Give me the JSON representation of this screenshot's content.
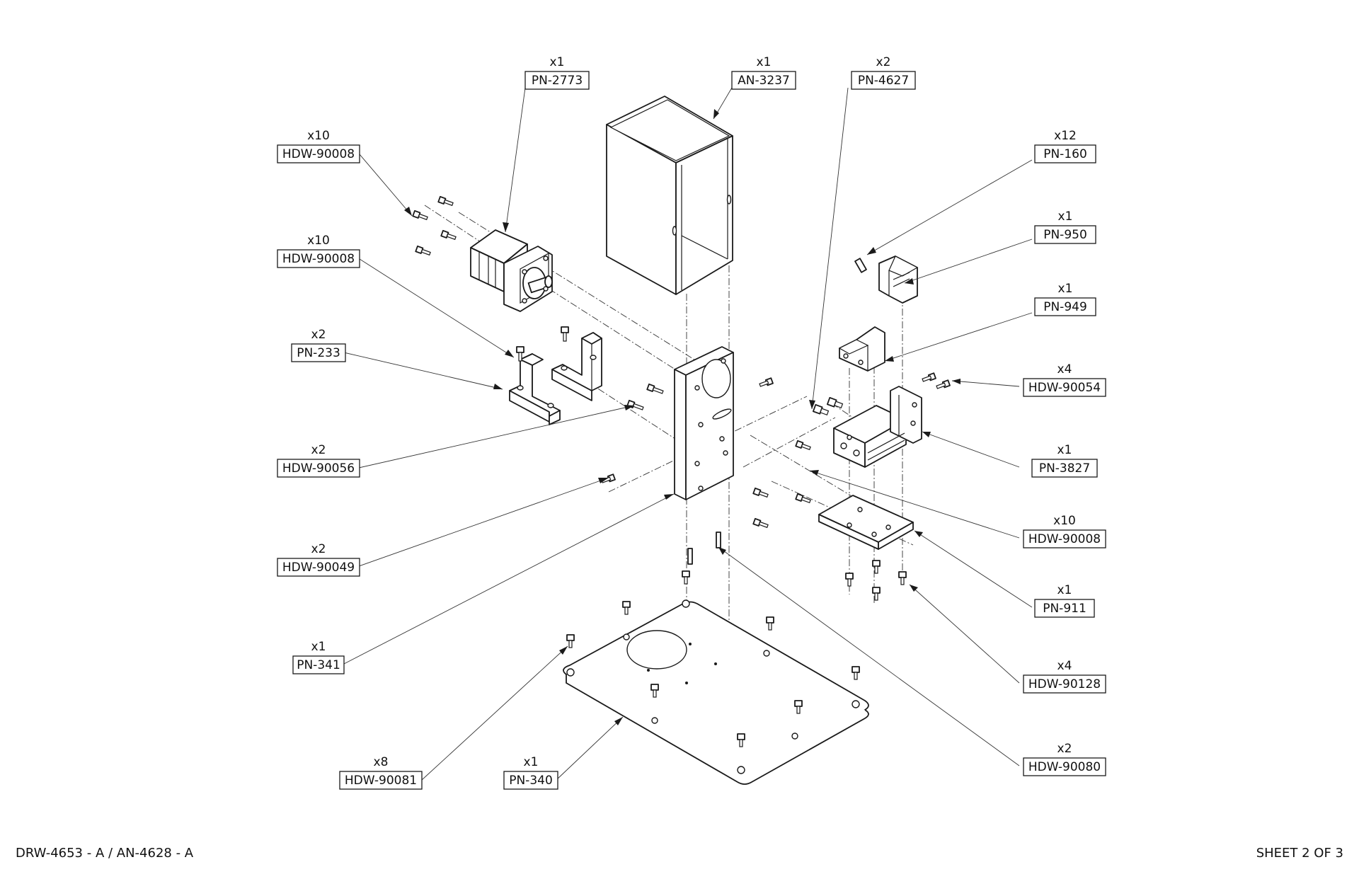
{
  "callouts": [
    {
      "qty": "x1",
      "pn": "PN-2773"
    },
    {
      "qty": "x1",
      "pn": "AN-3237"
    },
    {
      "qty": "x2",
      "pn": "PN-4627"
    },
    {
      "qty": "x10",
      "pn": "HDW-90008"
    },
    {
      "qty": "x12",
      "pn": "PN-160"
    },
    {
      "qty": "x10",
      "pn": "HDW-90008"
    },
    {
      "qty": "x1",
      "pn": "PN-950"
    },
    {
      "qty": "x1",
      "pn": "PN-949"
    },
    {
      "qty": "x2",
      "pn": "PN-233"
    },
    {
      "qty": "x4",
      "pn": "HDW-90054"
    },
    {
      "qty": "x2",
      "pn": "HDW-90056"
    },
    {
      "qty": "x1",
      "pn": "PN-3827"
    },
    {
      "qty": "x10",
      "pn": "HDW-90008"
    },
    {
      "qty": "x2",
      "pn": "HDW-90049"
    },
    {
      "qty": "x1",
      "pn": "PN-911"
    },
    {
      "qty": "x1",
      "pn": "PN-341"
    },
    {
      "qty": "x4",
      "pn": "HDW-90128"
    },
    {
      "qty": "x2",
      "pn": "HDW-90080"
    },
    {
      "qty": "x8",
      "pn": "HDW-90081"
    },
    {
      "qty": "x1",
      "pn": "PN-340"
    }
  ],
  "footer": {
    "drawing_ref": "DRW-4653 - A / AN-4628 - A",
    "sheet": "SHEET 2 OF 3"
  }
}
